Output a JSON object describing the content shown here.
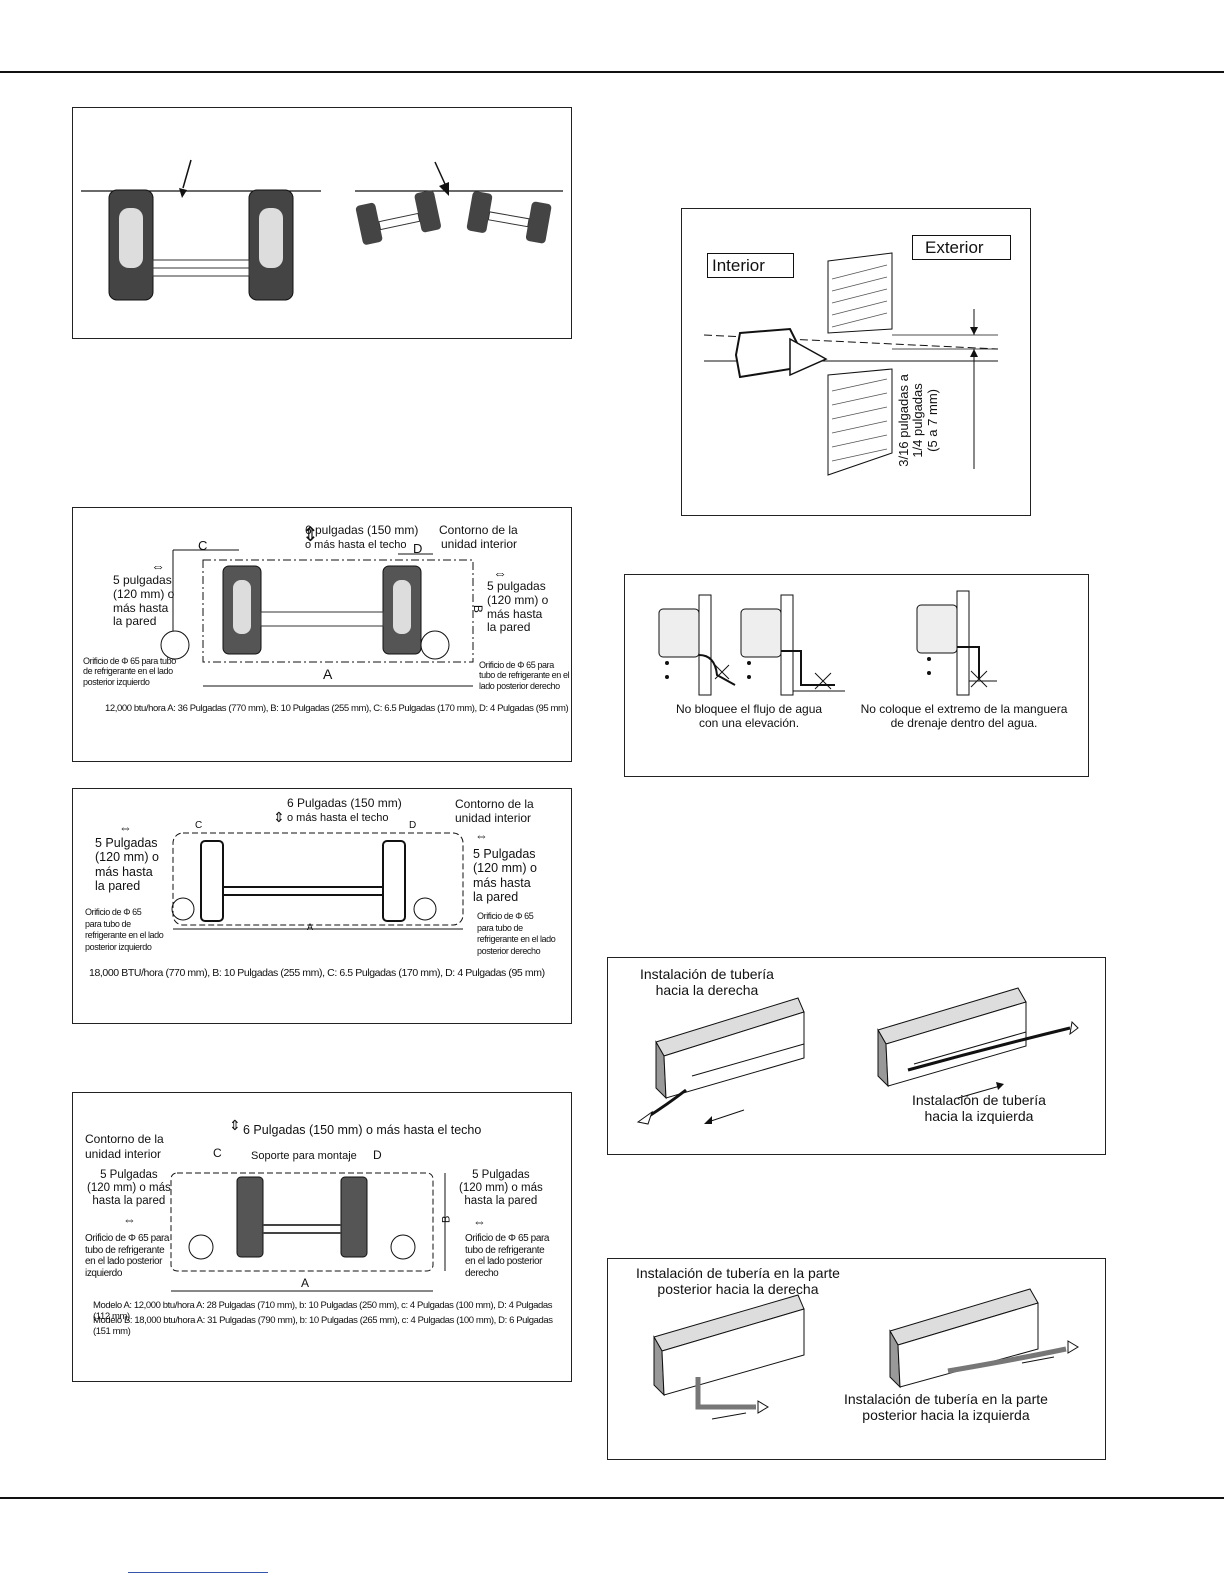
{
  "diagram_b1": {
    "top": "6 pulgadas (150 mm)",
    "top2": "o más hasta el techo",
    "contour": "Contorno de la",
    "contour2": "unidad interior",
    "left": [
      "5 pulgadas",
      "(120 mm) o",
      "más hasta",
      "la pared"
    ],
    "right": [
      "5 pulgadas",
      "(120 mm) o",
      "más hasta",
      "la pared"
    ],
    "hole_left": [
      "Orificio de Φ 65 para tubo",
      "de refrigerante en el lado",
      "posterior izquierdo"
    ],
    "hole_right": [
      "Orificio de Φ 65 para",
      "tubo de refrigerante en el",
      "lado posterior derecho"
    ],
    "dims": "12,000 btu/hora A: 36 Pulgadas (770 mm), B: 10 Pulgadas (255 mm), C: 6.5 Pulgadas (170 mm), D: 4 Pulgadas (95 mm)",
    "labels": {
      "a": "A",
      "b": "B",
      "c": "C",
      "d": "D"
    }
  },
  "diagram_b2": {
    "top": "6 Pulgadas (150 mm)",
    "top2": "o más hasta el techo",
    "contour": "Contorno de la",
    "contour2": "unidad interior",
    "left": [
      "5 Pulgadas",
      "(120 mm)  o",
      "más  hasta",
      "la pared"
    ],
    "right": [
      "5 Pulgadas",
      "(120 mm)  o",
      "más  hasta",
      "la pared"
    ],
    "hole_left": [
      "Orificio de  Φ 65",
      "para  tubo de",
      "refrigerante en el lado",
      "posterior izquierdo"
    ],
    "hole_right": [
      "Orificio de  Φ 65",
      "para  tubo de",
      "refrigerante en el lado",
      "posterior derecho"
    ],
    "dims": "18,000 BTU/hora (770 mm), B: 10 Pulgadas (255 mm), C: 6.5 Pulgadas (170 mm), D: 4 Pulgadas (95 mm)",
    "labels": {
      "a": "A",
      "c": "C",
      "d": "D"
    }
  },
  "diagram_b3": {
    "top": "6 Pulgadas (150 mm) o más hasta el techo",
    "contour": "Contorno de la",
    "contour2": "unidad interior",
    "bracket": "Soporte para montaje",
    "left": [
      "5 Pulgadas",
      "(120 mm)  o más",
      "hasta la pared"
    ],
    "right": [
      "5 Pulgadas",
      "(120 mm)  o más",
      "hasta la pared"
    ],
    "hole_left": [
      "Orificio de  Φ 65 para",
      "tubo de refrigerante",
      "en el lado posterior",
      "izquierdo"
    ],
    "hole_right": [
      "Orificio de  Φ 65 para",
      "tubo de refrigerante",
      "en el lado posterior",
      "derecho"
    ],
    "model_a": "Modelo A: 12,000 btu/hora A: 28 Pulgadas (710 mm), b: 10 Pulgadas (250 mm), c: 4 Pulgadas (100 mm), D: 4 Pulgadas (112 mm)",
    "model_b": "Modelo B: 18,000 btu/hora A: 31 Pulgadas (790 mm), b: 10 Pulgadas (265 mm), c: 4 Pulgadas (100 mm), D: 6 Pulgadas (151 mm)",
    "labels": {
      "a": "A",
      "b": "B",
      "c": "C",
      "d": "D"
    }
  },
  "wall_hole": {
    "interior": "Interior",
    "exterior": "Exterior",
    "slope": [
      "3/16 pulgadas a",
      "1/4 pulgadas",
      "(5 a 7 mm)"
    ]
  },
  "drain": {
    "left": [
      "No bloquee el flujo de agua",
      "con una elevación."
    ],
    "right": [
      "No coloque el extremo de la manguera",
      "de drenaje dentro del agua."
    ]
  },
  "piping1": {
    "right": [
      "Instalación de tubería",
      "hacia la derecha"
    ],
    "left": [
      "Instalación de tubería",
      "hacia la izquierda"
    ]
  },
  "piping2": {
    "right": [
      "Instalación de tubería en la parte",
      "posterior hacia la derecha"
    ],
    "left": [
      "Instalación de tubería en la parte",
      "posterior hacia la izquierda"
    ]
  }
}
